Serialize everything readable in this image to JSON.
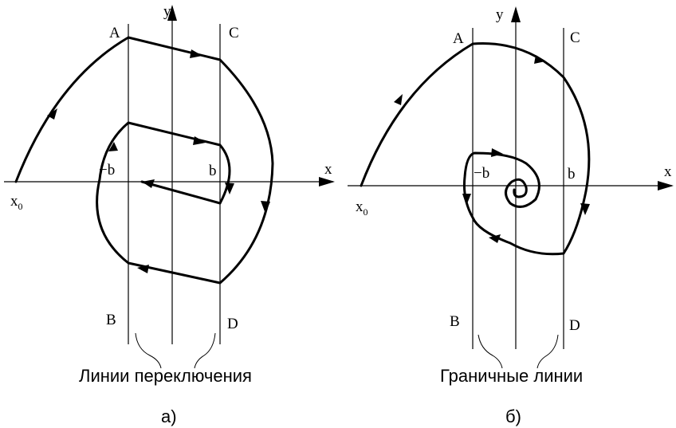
{
  "panel_a": {
    "axis_x": "x",
    "axis_y": "y",
    "point_a": "A",
    "point_b": "B",
    "point_c": "C",
    "point_d": "D",
    "minus_b": "−b",
    "plus_b": "b",
    "x0_main": "x",
    "x0_sub": "0",
    "caption": "Линии переключения",
    "panel_label": "а)"
  },
  "panel_b": {
    "axis_x": "x",
    "axis_y": "y",
    "point_a": "A",
    "point_b": "B",
    "point_c": "C",
    "point_d": "D",
    "minus_b": "−b",
    "plus_b": "b",
    "x0_main": "x",
    "x0_sub": "0",
    "caption": "Граничные линии",
    "panel_label": "б)"
  },
  "colors": {
    "ink": "#000000",
    "background": "#ffffff"
  }
}
